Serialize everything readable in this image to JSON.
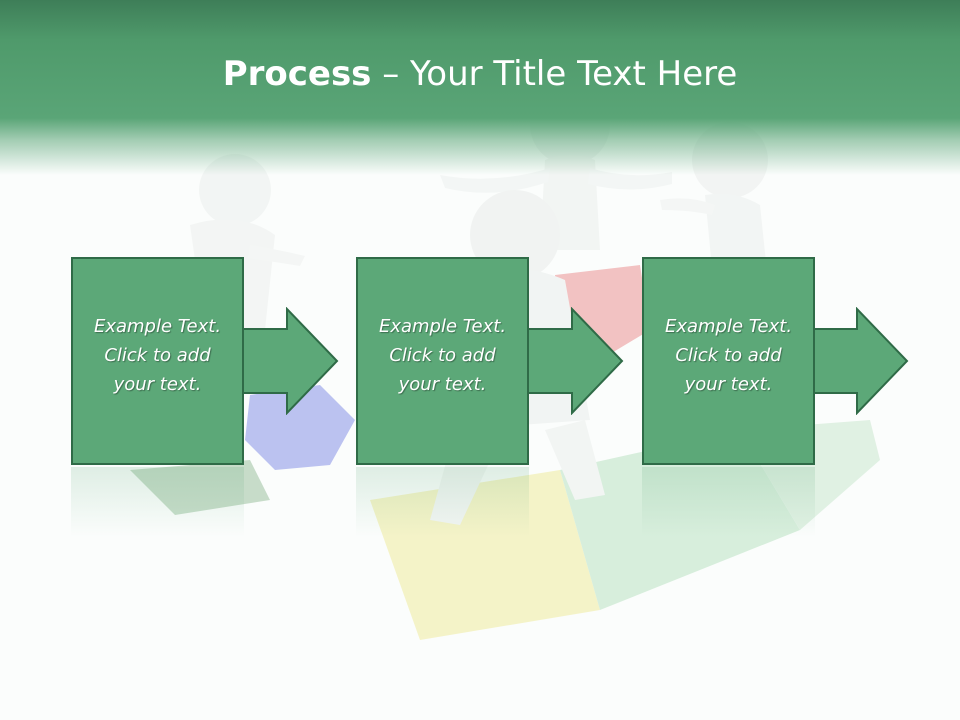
{
  "slide": {
    "title_bold": "Process",
    "title_rest": " – Your Title Text Here",
    "steps": [
      {
        "text": "Example Text.\nClick  to add\nyour text."
      },
      {
        "text": "Example Text.\nClick  to add\nyour text."
      },
      {
        "text": "Example Text.\nClick  to add\nyour text."
      }
    ]
  },
  "colors": {
    "header": "#5aa577",
    "box_fill": "#5ca878",
    "box_border": "#2f6b47",
    "text": "#ffffff"
  }
}
